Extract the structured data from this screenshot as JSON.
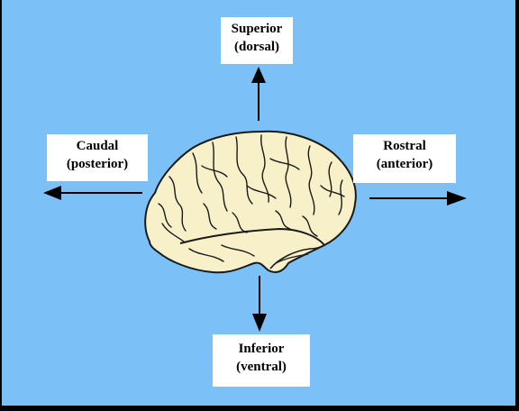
{
  "labels": {
    "superior": {
      "line1": "Superior",
      "line2": "(dorsal)"
    },
    "caudal": {
      "line1": "Caudal",
      "line2": "(posterior)"
    },
    "rostral": {
      "line1": "Rostral",
      "line2": "(anterior)"
    },
    "inferior": {
      "line1": "Inferior",
      "line2": "(ventral)"
    }
  },
  "colors": {
    "background": "#7bc1f7",
    "brain_fill": "#f8f0c8",
    "brain_lines": "#1a1a1a",
    "arrow": "#000000"
  },
  "icons": {
    "brain": "brain-icon"
  }
}
